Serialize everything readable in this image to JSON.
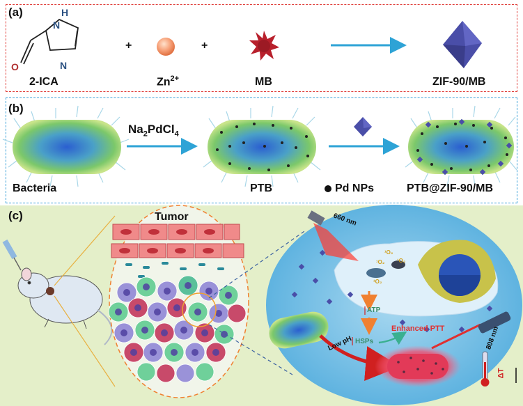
{
  "panel_a": {
    "label": "(a)",
    "molecule_nh": "H",
    "molecule_n_top": "N",
    "molecule_n_bottom": "N",
    "molecule_o": "O",
    "plus1": "+",
    "plus2": "+",
    "item1": "2-ICA",
    "item2_base": "Zn",
    "item2_sup": "2+",
    "item3": "MB",
    "item4": "ZIF-90/MB"
  },
  "panel_b": {
    "label": "(b)",
    "reagent_pre": "Na",
    "reagent_sub1": "2",
    "reagent_mid": "PdCl",
    "reagent_sub2": "4",
    "item1": "Bacteria",
    "item2": "PTB",
    "legend": "Pd NPs",
    "item3": "PTB@ZIF-90/MB"
  },
  "panel_c": {
    "label": "(c)",
    "tumor": "Tumor",
    "laser1": "660 nm",
    "so1": "¹O₂",
    "so2": "¹O₂",
    "so3": "¹O₂",
    "so4": "¹O₂",
    "atp": "ATP",
    "enhanced": "Enhanced PTT",
    "hsps": "HSPs",
    "lowph": "Low pH",
    "laser2": "808 nm",
    "delta_t": "ΔT"
  },
  "colors": {
    "panel_a_border": "#e0403c",
    "panel_b_border": "#3aa0d8",
    "panel_c_bg": "#e4efc9",
    "arrow_blue": "#2ea3d6",
    "octahedron": "#4a4ea8",
    "enhanced_text": "#e03030",
    "hsps_text": "#3a8f6a"
  }
}
